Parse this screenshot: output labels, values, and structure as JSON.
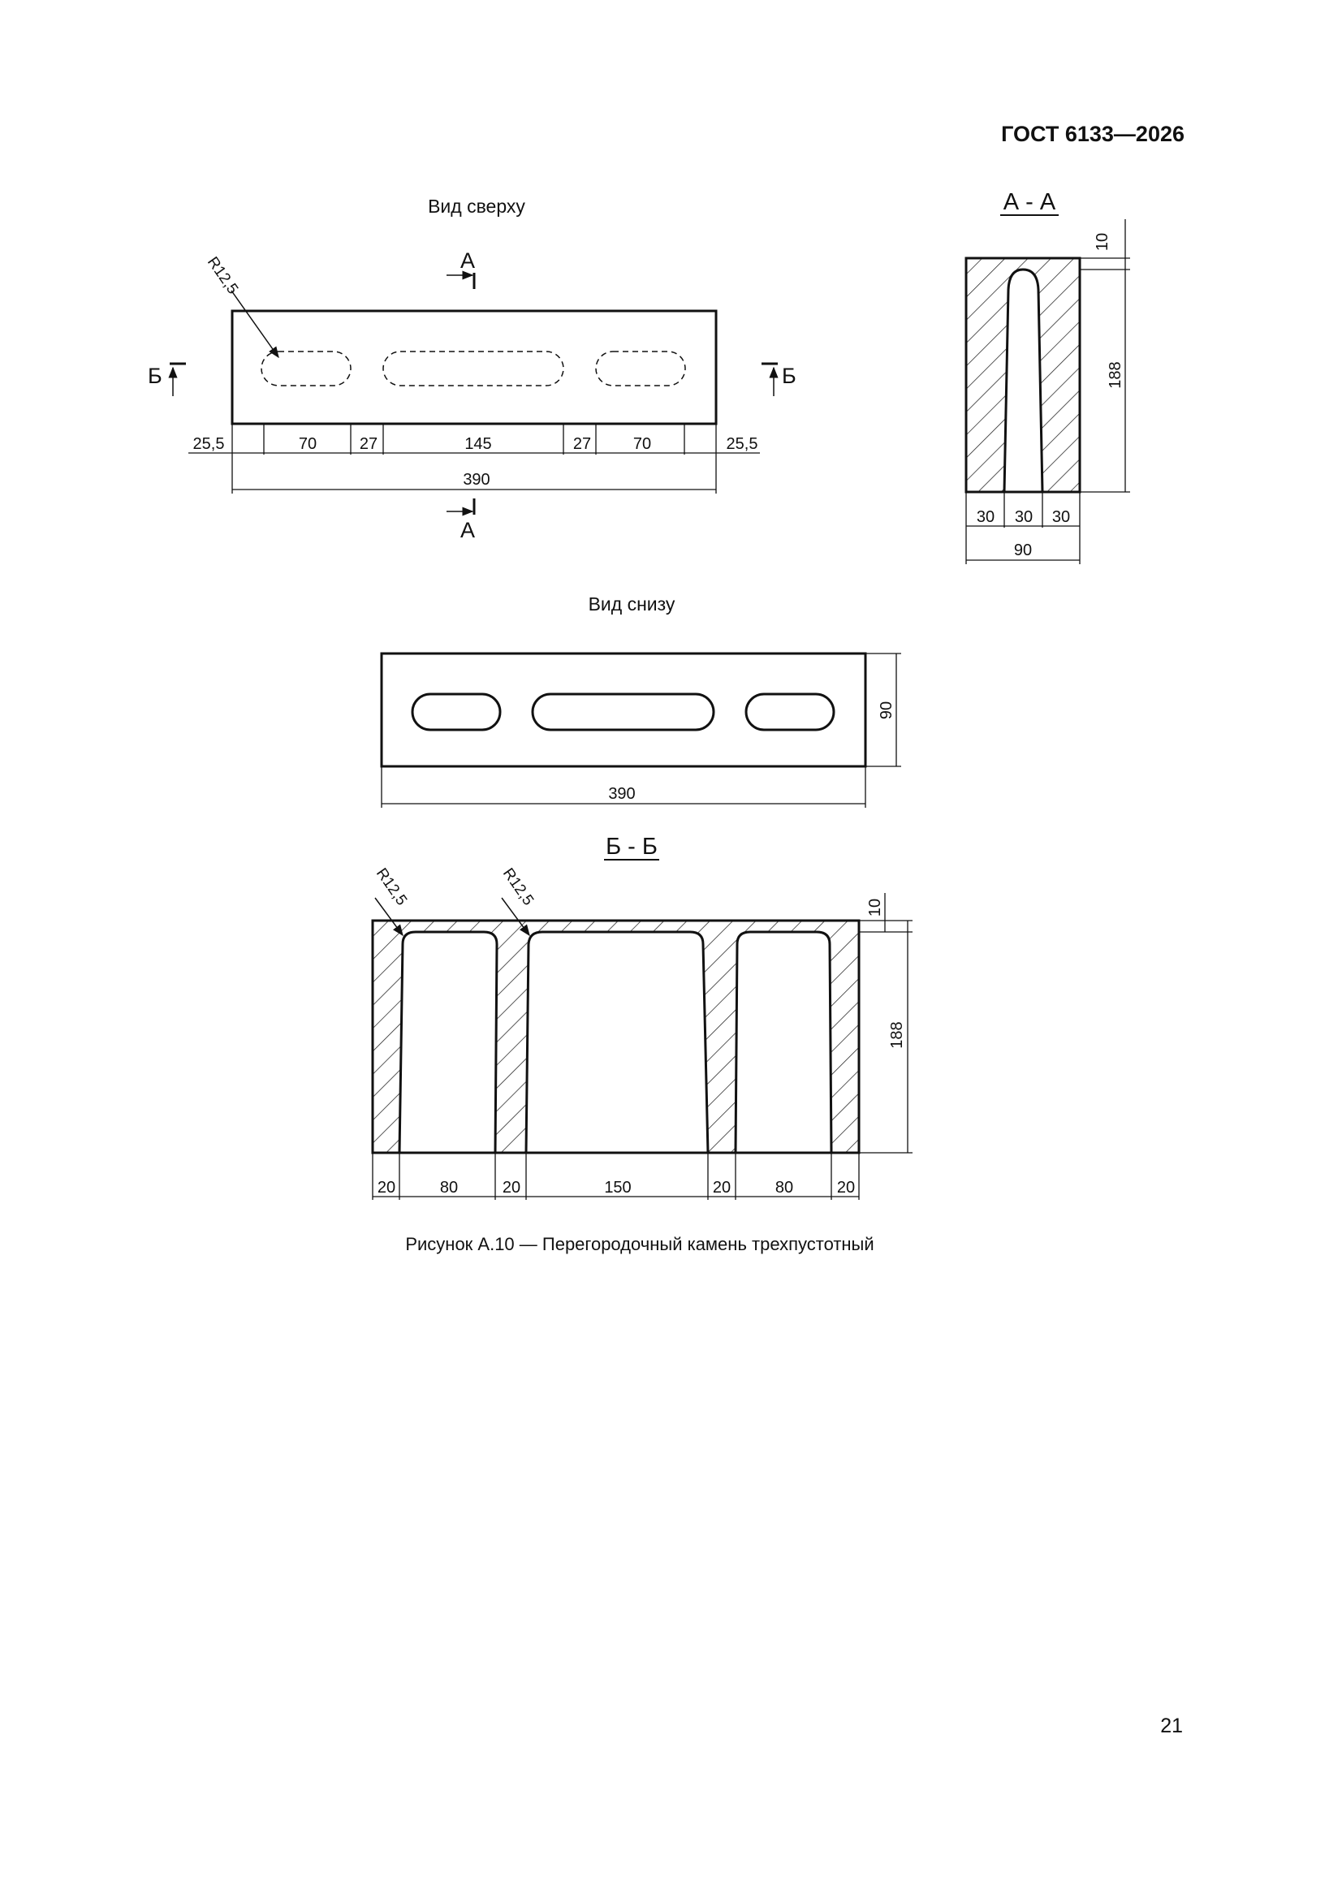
{
  "header": {
    "standard": "ГОСТ 6133—2026"
  },
  "page_number": "21",
  "views": {
    "top": {
      "title": "Вид сверху",
      "radius_label": "R12,5",
      "section_a_label": "А",
      "section_b_label": "Б",
      "dims": [
        "25,5",
        "70",
        "27",
        "145",
        "27",
        "70",
        "25,5"
      ],
      "total": "390"
    },
    "section_aa": {
      "title": "А - А",
      "dim_top": "10",
      "dim_height": "188",
      "dims": [
        "30",
        "30",
        "30"
      ],
      "total": "90"
    },
    "bottom": {
      "title": "Вид снизу",
      "dim_height": "90",
      "total": "390"
    },
    "section_bb": {
      "title": "Б - Б",
      "radius_label_1": "R12,5",
      "radius_label_2": "R12,5",
      "dim_top": "10",
      "dim_height": "188",
      "dims": [
        "20",
        "80",
        "20",
        "150",
        "20",
        "80",
        "20"
      ]
    }
  },
  "caption": "Рисунок А.10 — Перегородочный камень трехпустотный"
}
